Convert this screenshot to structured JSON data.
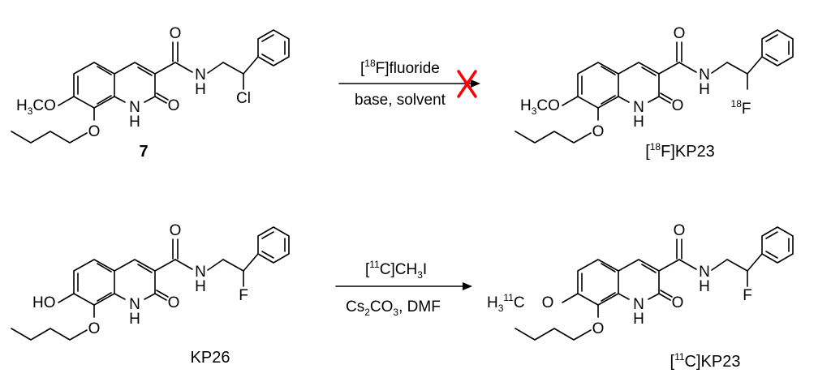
{
  "reaction1": {
    "reagent_above_iso": "18",
    "reagent_above_text": "F]fluoride",
    "reagent_below": "base, solvent",
    "failed_mark": "cross-mark-icon",
    "failed_color": "#ff0000",
    "starting_material_label": "7",
    "product_label_iso": "18",
    "product_label_text": "F]KP23"
  },
  "reaction2": {
    "reagent_above_iso": "11",
    "reagent_above_text": "C]CH",
    "reagent_above_sub": "3",
    "reagent_above_tail": "I",
    "reagent_below_a": "Cs",
    "reagent_below_sub1": "2",
    "reagent_below_b": "CO",
    "reagent_below_sub2": "3",
    "reagent_below_c": ", DMF",
    "starting_material_label": "KP26",
    "product_label_iso": "11",
    "product_label_text": "C]KP23"
  },
  "atoms": {
    "O": "O",
    "N": "N",
    "H": "H",
    "Cl": "Cl",
    "F": "F",
    "H3CO_a": "H",
    "H3CO_sub": "3",
    "H3CO_b": "CO",
    "HO": "HO",
    "iso18": "18",
    "iso11": "11",
    "C": "C",
    "H3": "H",
    "sub3": "3"
  }
}
